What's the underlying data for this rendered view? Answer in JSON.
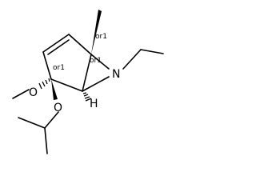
{
  "structure": {
    "atoms": {
      "nitrogen": "N",
      "hydrogen": "H",
      "oxygen_methoxy": "O",
      "oxygen_isopropoxy": "O"
    },
    "stereo_labels": {
      "c1": "or1",
      "c5": "or1",
      "c2": "or1"
    },
    "colors": {
      "ink": "#000000",
      "background": "#ffffff"
    }
  }
}
